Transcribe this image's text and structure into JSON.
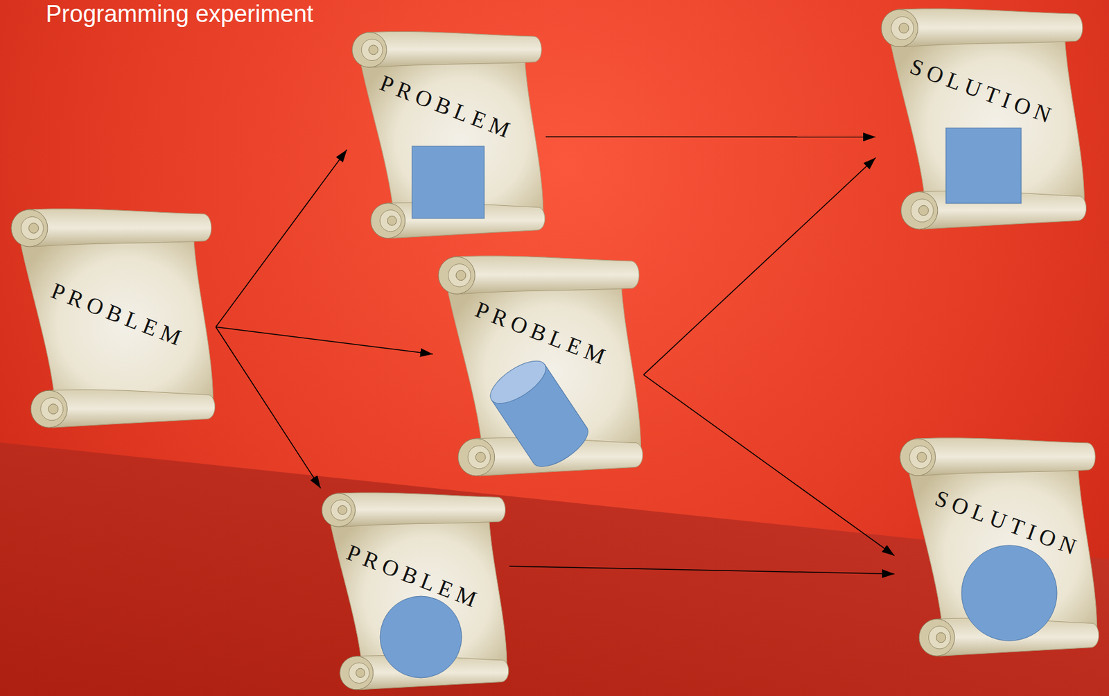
{
  "diagram": {
    "title": "Programming experiment",
    "nodes": [
      {
        "text": [
          "PROBLEM"
        ]
      },
      {
        "text": [
          "PROBLEM"
        ]
      },
      {
        "text": [
          "PROBLEM"
        ]
      },
      {
        "text": [
          "PROBLEM"
        ]
      },
      {
        "text": [
          "SOLUTION"
        ]
      },
      {
        "text": [
          "SOLUTION"
        ]
      }
    ],
    "edges": [
      {
        "from": 0,
        "to": 1,
        "arrow": "to"
      },
      {
        "from": 0,
        "to": 2,
        "arrow": "to"
      },
      {
        "from": 0,
        "to": 3,
        "arrow": "to"
      },
      {
        "from": 1,
        "to": 4,
        "arrow": "to"
      },
      {
        "from": 2,
        "to": 4,
        "arrow": "to"
      },
      {
        "from": 2,
        "to": 5,
        "arrow": "to"
      },
      {
        "from": 3,
        "to": 5,
        "arrow": "to"
      }
    ]
  }
}
